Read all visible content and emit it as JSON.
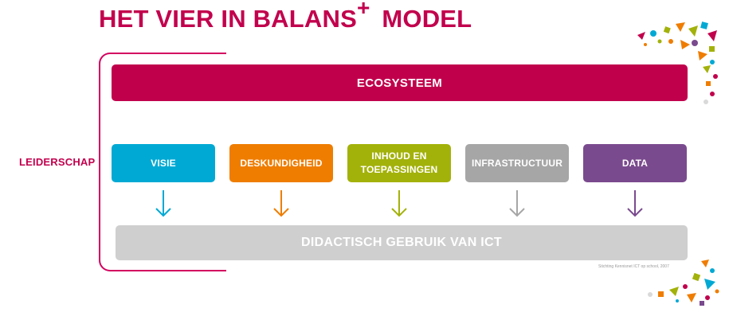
{
  "title": {
    "main": "HET VIER IN BALANS",
    "superscript": "+",
    "suffix": "MODEL"
  },
  "side_label": "LEIDERSCHAP",
  "top_bar": "ECOSYSTEEM",
  "bottom_bar": "DIDACTISCH GEBRUIK VAN ICT",
  "pillars": [
    {
      "label": "VISIE",
      "color": "#00a9d4"
    },
    {
      "label": "DESKUNDIGHEID",
      "color": "#ef7d00"
    },
    {
      "label": "INHOUD EN\nTOEPASSINGEN",
      "color": "#a3b20a"
    },
    {
      "label": "INFRASTRUCTUUR",
      "color": "#a6a6a6"
    },
    {
      "label": "DATA",
      "color": "#7a4a8e"
    }
  ],
  "source_note": "Stichting Kennisnet ICT op school, 2007",
  "colors": {
    "brand": "#c1004c",
    "bottom_bar": "#cfcfcf"
  }
}
